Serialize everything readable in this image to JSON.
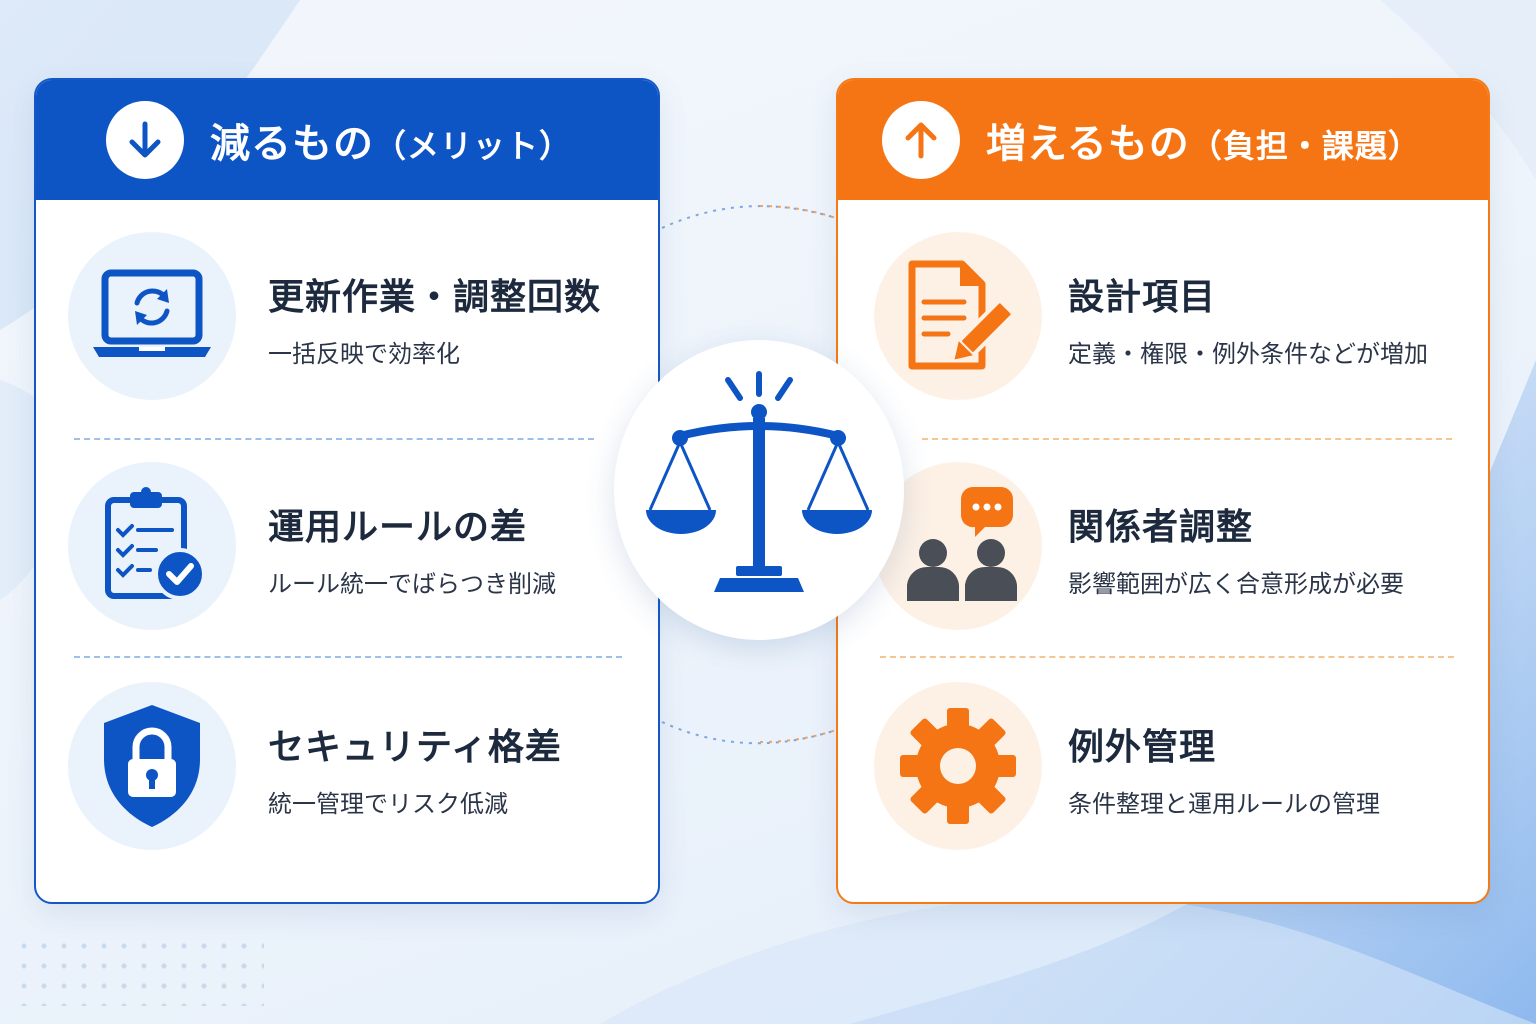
{
  "colors": {
    "blue_accent": "#0d54c4",
    "orange_accent": "#f57515",
    "person_gray": "#4a4f57"
  },
  "left_panel": {
    "title": "減るもの",
    "subtitle": "（メリット）",
    "header_icon": "arrow-down-icon",
    "items": [
      {
        "icon": "laptop-sync-icon",
        "title": "更新作業・調整回数",
        "desc": "一括反映で効率化"
      },
      {
        "icon": "clipboard-checklist-icon",
        "title": "運用ルールの差",
        "desc": "ルール統一でばらつき削減"
      },
      {
        "icon": "shield-lock-icon",
        "title": "セキュリティ格差",
        "desc": "統一管理でリスク低減"
      }
    ]
  },
  "right_panel": {
    "title": "増えるもの",
    "subtitle": "（負担・課題）",
    "header_icon": "arrow-up-icon",
    "items": [
      {
        "icon": "document-pen-icon",
        "title": "設計項目",
        "desc": "定義・権限・例外条件などが増加"
      },
      {
        "icon": "people-chat-icon",
        "title": "関係者調整",
        "desc": "影響範囲が広く合意形成が必要"
      },
      {
        "icon": "gear-icon",
        "title": "例外管理",
        "desc": "条件整理と運用ルールの管理"
      }
    ]
  },
  "center": {
    "icon": "balance-scale-icon"
  }
}
